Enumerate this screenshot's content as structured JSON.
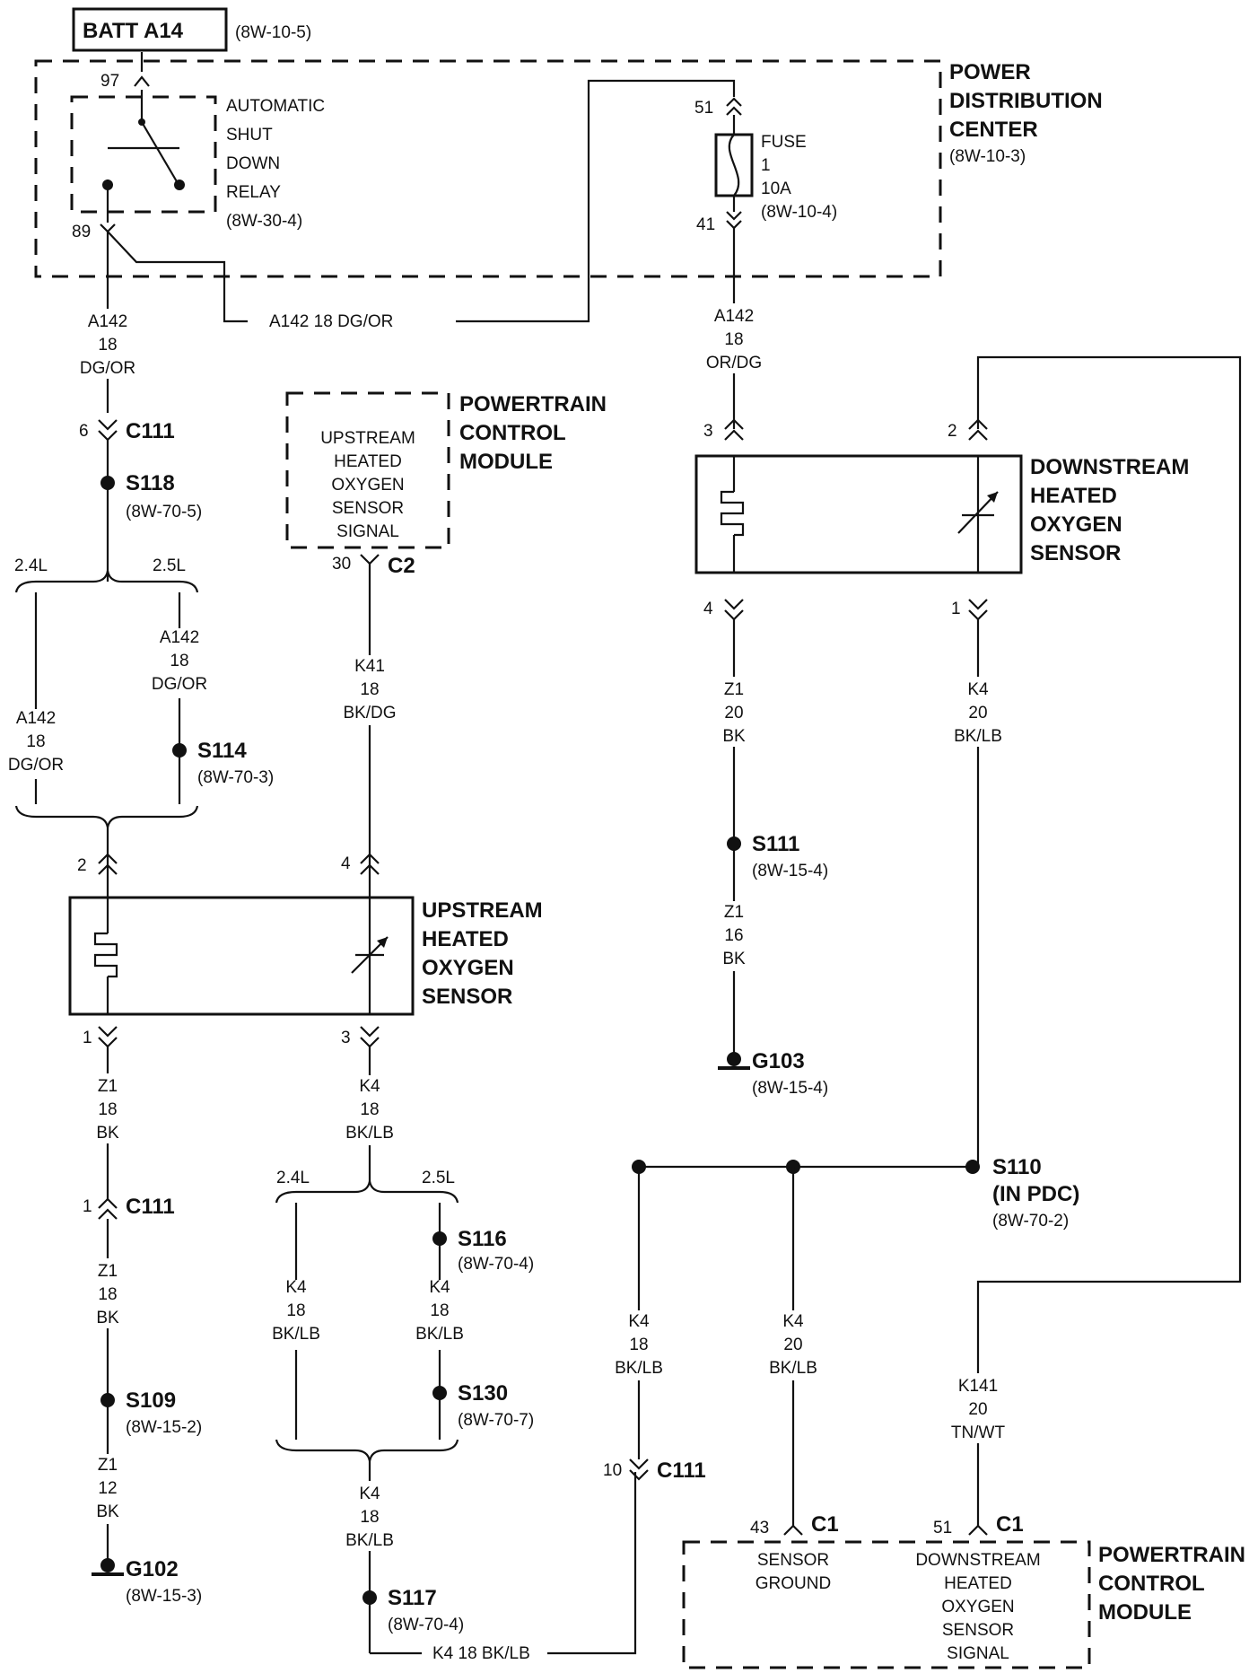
{
  "batt": {
    "label": "BATT A14",
    "ref": "(8W-10-5)"
  },
  "pdc": {
    "l1": "POWER",
    "l2": "DISTRIBUTION",
    "l3": "CENTER",
    "ref": "(8W-10-3)"
  },
  "relay": {
    "l1": "AUTOMATIC",
    "l2": "SHUT",
    "l3": "DOWN",
    "l4": "RELAY",
    "ref": "(8W-30-4)",
    "pin_top": "97",
    "pin_bottom": "89"
  },
  "fuse": {
    "l1": "FUSE",
    "l2": "1",
    "l3": "10A",
    "ref": "(8W-10-4)",
    "pin_top": "51",
    "pin_bottom": "41"
  },
  "wires": {
    "a142_left": {
      "id": "A142",
      "gauge": "18",
      "color": "DG/OR"
    },
    "a142_horiz": "A142    18 DG/OR",
    "a142_right": {
      "id": "A142",
      "gauge": "18",
      "color": "OR/DG"
    },
    "a142_25": {
      "id": "A142",
      "gauge": "18",
      "color": "DG/OR"
    },
    "a142_24": {
      "id": "A142",
      "gauge": "18",
      "color": "DG/OR"
    },
    "k41": {
      "id": "K41",
      "gauge": "18",
      "color": "BK/DG"
    },
    "z1_upper": {
      "id": "Z1",
      "gauge": "18",
      "color": "BK"
    },
    "z1_mid": {
      "id": "Z1",
      "gauge": "18",
      "color": "BK"
    },
    "z1_low": {
      "id": "Z1",
      "gauge": "12",
      "color": "BK"
    },
    "k4_up": {
      "id": "K4",
      "gauge": "18",
      "color": "BK/LB"
    },
    "k4_24": {
      "id": "K4",
      "gauge": "18",
      "color": "BK/LB"
    },
    "k4_25": {
      "id": "K4",
      "gauge": "18",
      "color": "BK/LB"
    },
    "k4_low": {
      "id": "K4",
      "gauge": "18",
      "color": "BK/LB"
    },
    "k4_bottom": "K4    18 BK/LB",
    "z1_ds": {
      "id": "Z1",
      "gauge": "20",
      "color": "BK"
    },
    "z1_ds2": {
      "id": "Z1",
      "gauge": "16",
      "color": "BK"
    },
    "k4_ds": {
      "id": "K4",
      "gauge": "20",
      "color": "BK/LB"
    },
    "k4_c111": {
      "id": "K4",
      "gauge": "18",
      "color": "BK/LB"
    },
    "k4_s110": {
      "id": "K4",
      "gauge": "20",
      "color": "BK/LB"
    },
    "k141": {
      "id": "K141",
      "gauge": "20",
      "color": "TN/WT"
    }
  },
  "connectors": {
    "c111_a": {
      "name": "C111",
      "pin": "6"
    },
    "c111_b": {
      "name": "C111",
      "pin": "1"
    },
    "c111_c": {
      "name": "C111",
      "pin": "10"
    },
    "c2": {
      "name": "C2",
      "pin": "30"
    },
    "c1_a": {
      "name": "C1",
      "pin": "43"
    },
    "c1_b": {
      "name": "C1",
      "pin": "51"
    }
  },
  "splices": {
    "s118": {
      "name": "S118",
      "ref": "(8W-70-5)"
    },
    "s114": {
      "name": "S114",
      "ref": "(8W-70-3)"
    },
    "s109": {
      "name": "S109",
      "ref": "(8W-15-2)"
    },
    "s116": {
      "name": "S116",
      "ref": "(8W-70-4)"
    },
    "s130": {
      "name": "S130",
      "ref": "(8W-70-7)"
    },
    "s117": {
      "name": "S117",
      "ref": "(8W-70-4)"
    },
    "s111": {
      "name": "S111",
      "ref": "(8W-15-4)"
    },
    "s110": {
      "name": "S110",
      "sub": "(IN PDC)",
      "ref": "(8W-70-2)"
    }
  },
  "grounds": {
    "g102": {
      "name": "G102",
      "ref": "(8W-15-3)"
    },
    "g103": {
      "name": "G103",
      "ref": "(8W-15-4)"
    }
  },
  "engines": {
    "e24": "2.4L",
    "e25": "2.5L"
  },
  "pcm_top": {
    "l1": "UPSTREAM",
    "l2": "HEATED",
    "l3": "OXYGEN",
    "l4": "SENSOR",
    "l5": "SIGNAL",
    "title1": "POWERTRAIN",
    "title2": "CONTROL",
    "title3": "MODULE"
  },
  "pcm_bottom": {
    "g1": "SENSOR",
    "g2": "GROUND",
    "s1": "DOWNSTREAM",
    "s2": "HEATED",
    "s3": "OXYGEN",
    "s4": "SENSOR",
    "s5": "SIGNAL",
    "title1": "POWERTRAIN",
    "title2": "CONTROL",
    "title3": "MODULE"
  },
  "upstream": {
    "l1": "UPSTREAM",
    "l2": "HEATED",
    "l3": "OXYGEN",
    "l4": "SENSOR",
    "pin_a": "2",
    "pin_b": "4",
    "pin_c": "1",
    "pin_d": "3"
  },
  "downstream": {
    "l1": "DOWNSTREAM",
    "l2": "HEATED",
    "l3": "OXYGEN",
    "l4": "SENSOR",
    "pin_a": "3",
    "pin_b": "2",
    "pin_c": "4",
    "pin_d": "1"
  }
}
